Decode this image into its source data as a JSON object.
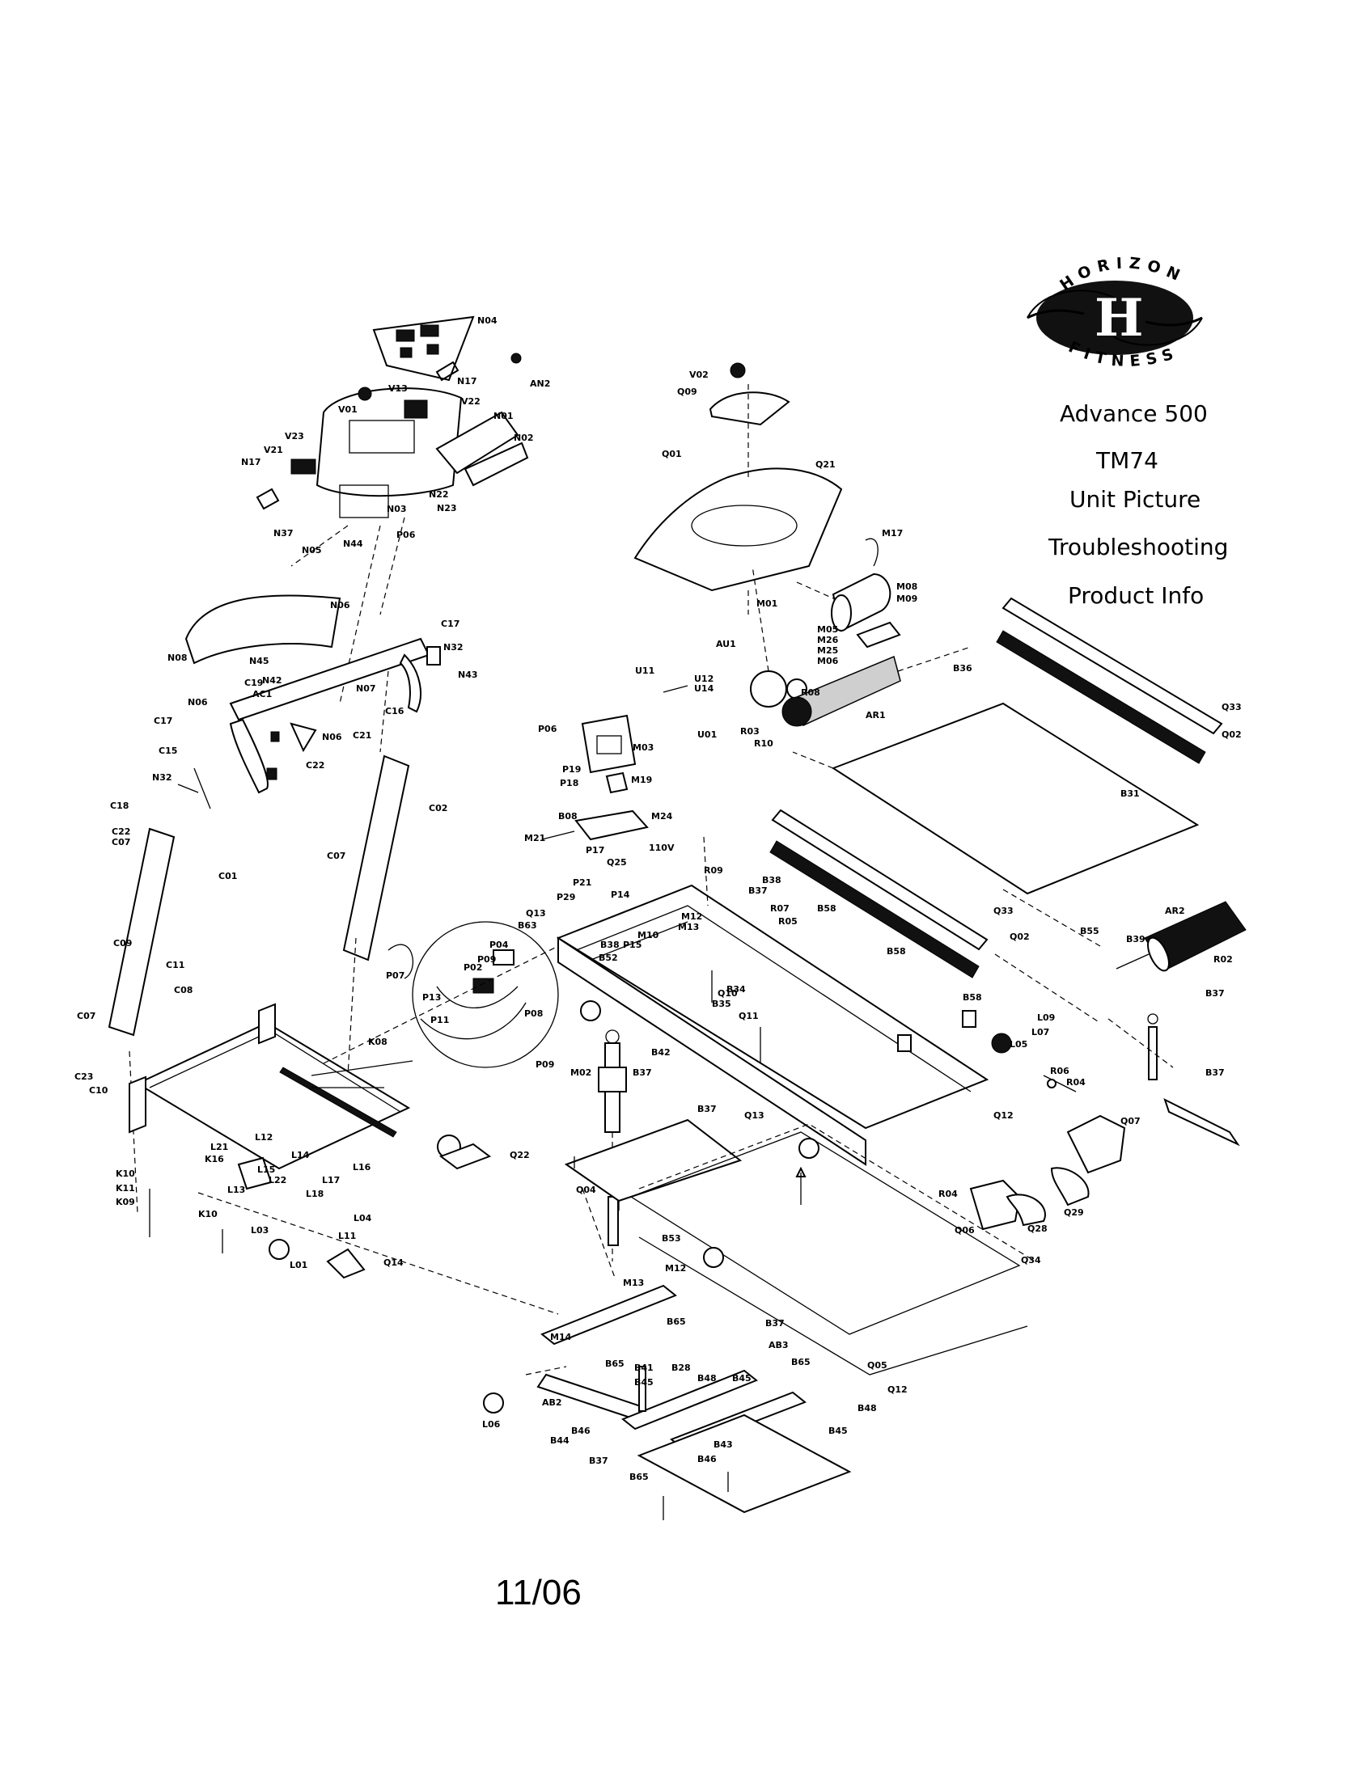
{
  "brand": {
    "top": "HORIZON",
    "bottom": "FITNESS"
  },
  "menu": {
    "model": "Advance 500",
    "code": "TM74",
    "unit_picture": "Unit Picture",
    "troubleshooting": "Troubleshooting",
    "product_info": "Product Info"
  },
  "date": "11/06",
  "labels": {
    "console": [
      "N04",
      "N17",
      "AN2",
      "V01",
      "V13",
      "V22",
      "N01",
      "N02",
      "V23",
      "V21",
      "N17",
      "N22",
      "N23",
      "N03",
      "N37",
      "N05",
      "N44",
      "P06"
    ],
    "motor_cover": [
      "V02",
      "Q09",
      "Q01",
      "Q21"
    ],
    "motor": [
      "M17",
      "M08",
      "M09",
      "M05",
      "M26",
      "M25",
      "M06",
      "M01",
      "AU1",
      "U11",
      "U12",
      "U14",
      "U01",
      "R03",
      "R10",
      "R08",
      "AR1"
    ],
    "uprights": [
      "N06",
      "N08",
      "C17",
      "N32",
      "N43",
      "N45",
      "N42",
      "C19",
      "AC1",
      "N06",
      "N07",
      "N06",
      "C21",
      "C17",
      "C15",
      "C16",
      "N32",
      "C22",
      "C18",
      "C22",
      "C07",
      "C02",
      "C07",
      "C01",
      "C09",
      "C11",
      "C08",
      "C07",
      "C23",
      "C10"
    ],
    "controller": [
      "P06",
      "M03",
      "P19",
      "P18",
      "M19",
      "B08",
      "M24",
      "M21",
      "P17",
      "110V"
    ],
    "wiring": [
      "P04",
      "P07",
      "P09",
      "P02",
      "P13",
      "P11",
      "P08",
      "P09"
    ],
    "deck": [
      "Q33",
      "Q02",
      "B36",
      "B31",
      "Q33",
      "Q02",
      "B55",
      "B39",
      "AR2",
      "R02",
      "B37",
      "B37"
    ],
    "frame": [
      "Q25",
      "R09",
      "B38",
      "B37",
      "P21",
      "P29",
      "Q13",
      "B63",
      "P14",
      "M12",
      "M13",
      "M10",
      "P15",
      "B52",
      "B38",
      "R07",
      "R05",
      "B58",
      "B58",
      "B34",
      "B35",
      "Q10",
      "Q11",
      "B58",
      "L09",
      "L07",
      "L05",
      "M02",
      "B37",
      "B42",
      "Q12",
      "R06",
      "R04",
      "Q07"
    ],
    "base": [
      "K08",
      "L21",
      "K16",
      "L12",
      "L14",
      "L15",
      "L22",
      "L13",
      "L17",
      "L18",
      "L16",
      "Q22",
      "K10",
      "K11",
      "K09",
      "K10",
      "L03",
      "L04",
      "L11",
      "L01",
      "Q14"
    ],
    "belt_area": [
      "B37",
      "Q04",
      "Q13",
      "R04",
      "Q06",
      "Q28",
      "Q29",
      "Q34",
      "Q05",
      "Q12"
    ],
    "lift": [
      "B53",
      "M13",
      "M12",
      "M14",
      "B65",
      "B37",
      "AB3",
      "B65",
      "B41",
      "B28",
      "B48",
      "B45",
      "B65",
      "B45",
      "L06",
      "AB2",
      "B44",
      "B46",
      "B37",
      "B46",
      "B43",
      "B48",
      "B45",
      "B65"
    ]
  }
}
